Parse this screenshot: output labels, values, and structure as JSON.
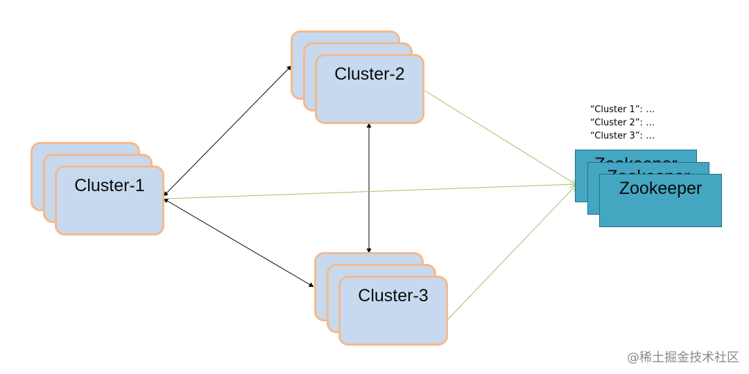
{
  "clusters": {
    "c1": {
      "label": "Cluster-1"
    },
    "c2": {
      "label": "Cluster-2"
    },
    "c3": {
      "label": "Cluster-3"
    }
  },
  "zookeeper": {
    "label": "Zookeeper"
  },
  "notes": [
    "“Cluster 1”: …",
    "“Cluster 2”: …",
    "“Cluster 3”: …"
  ],
  "watermark": "@稀土掘金技术社区",
  "colors": {
    "cluster_fill": "#c6d9ef",
    "cluster_border": "#f6b98b",
    "zookeeper_fill": "#45a6c2",
    "zookeeper_border": "#1f6f87",
    "peer_link": "#000000",
    "zookeeper_link": "#9bc46a"
  }
}
